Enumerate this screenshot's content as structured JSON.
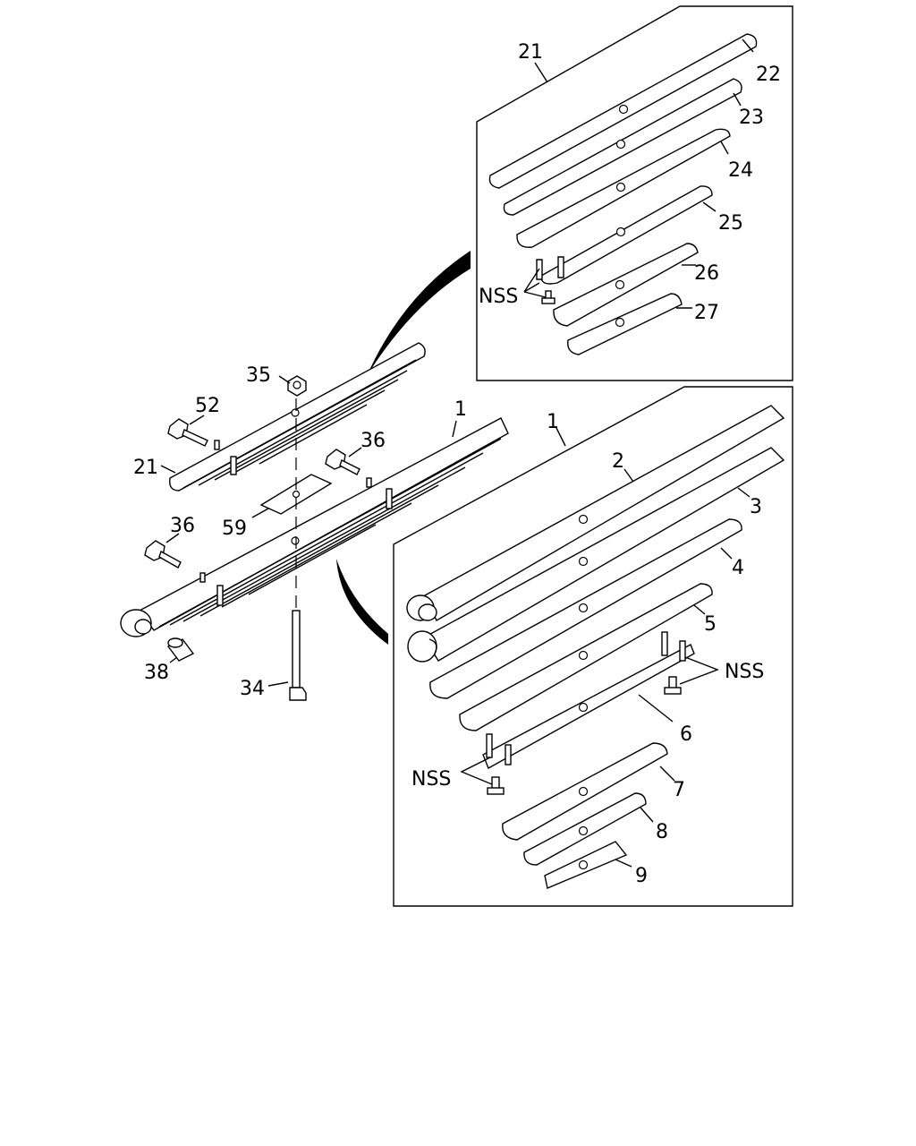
{
  "labels": {
    "l1_main": "1",
    "l1_box": "1",
    "l2": "2",
    "l3": "3",
    "l4": "4",
    "l5": "5",
    "l6": "6",
    "l7": "7",
    "l8": "8",
    "l9": "9",
    "l21_main": "21",
    "l21_box": "21",
    "l22": "22",
    "l23": "23",
    "l24": "24",
    "l25": "25",
    "l26": "26",
    "l27": "27",
    "l34": "34",
    "l35": "35",
    "l36a": "36",
    "l36b": "36",
    "l38": "38",
    "l52": "52",
    "l59": "59",
    "nss_upper": "NSS",
    "nss_lower_right": "NSS",
    "nss_lower_left": "NSS"
  }
}
